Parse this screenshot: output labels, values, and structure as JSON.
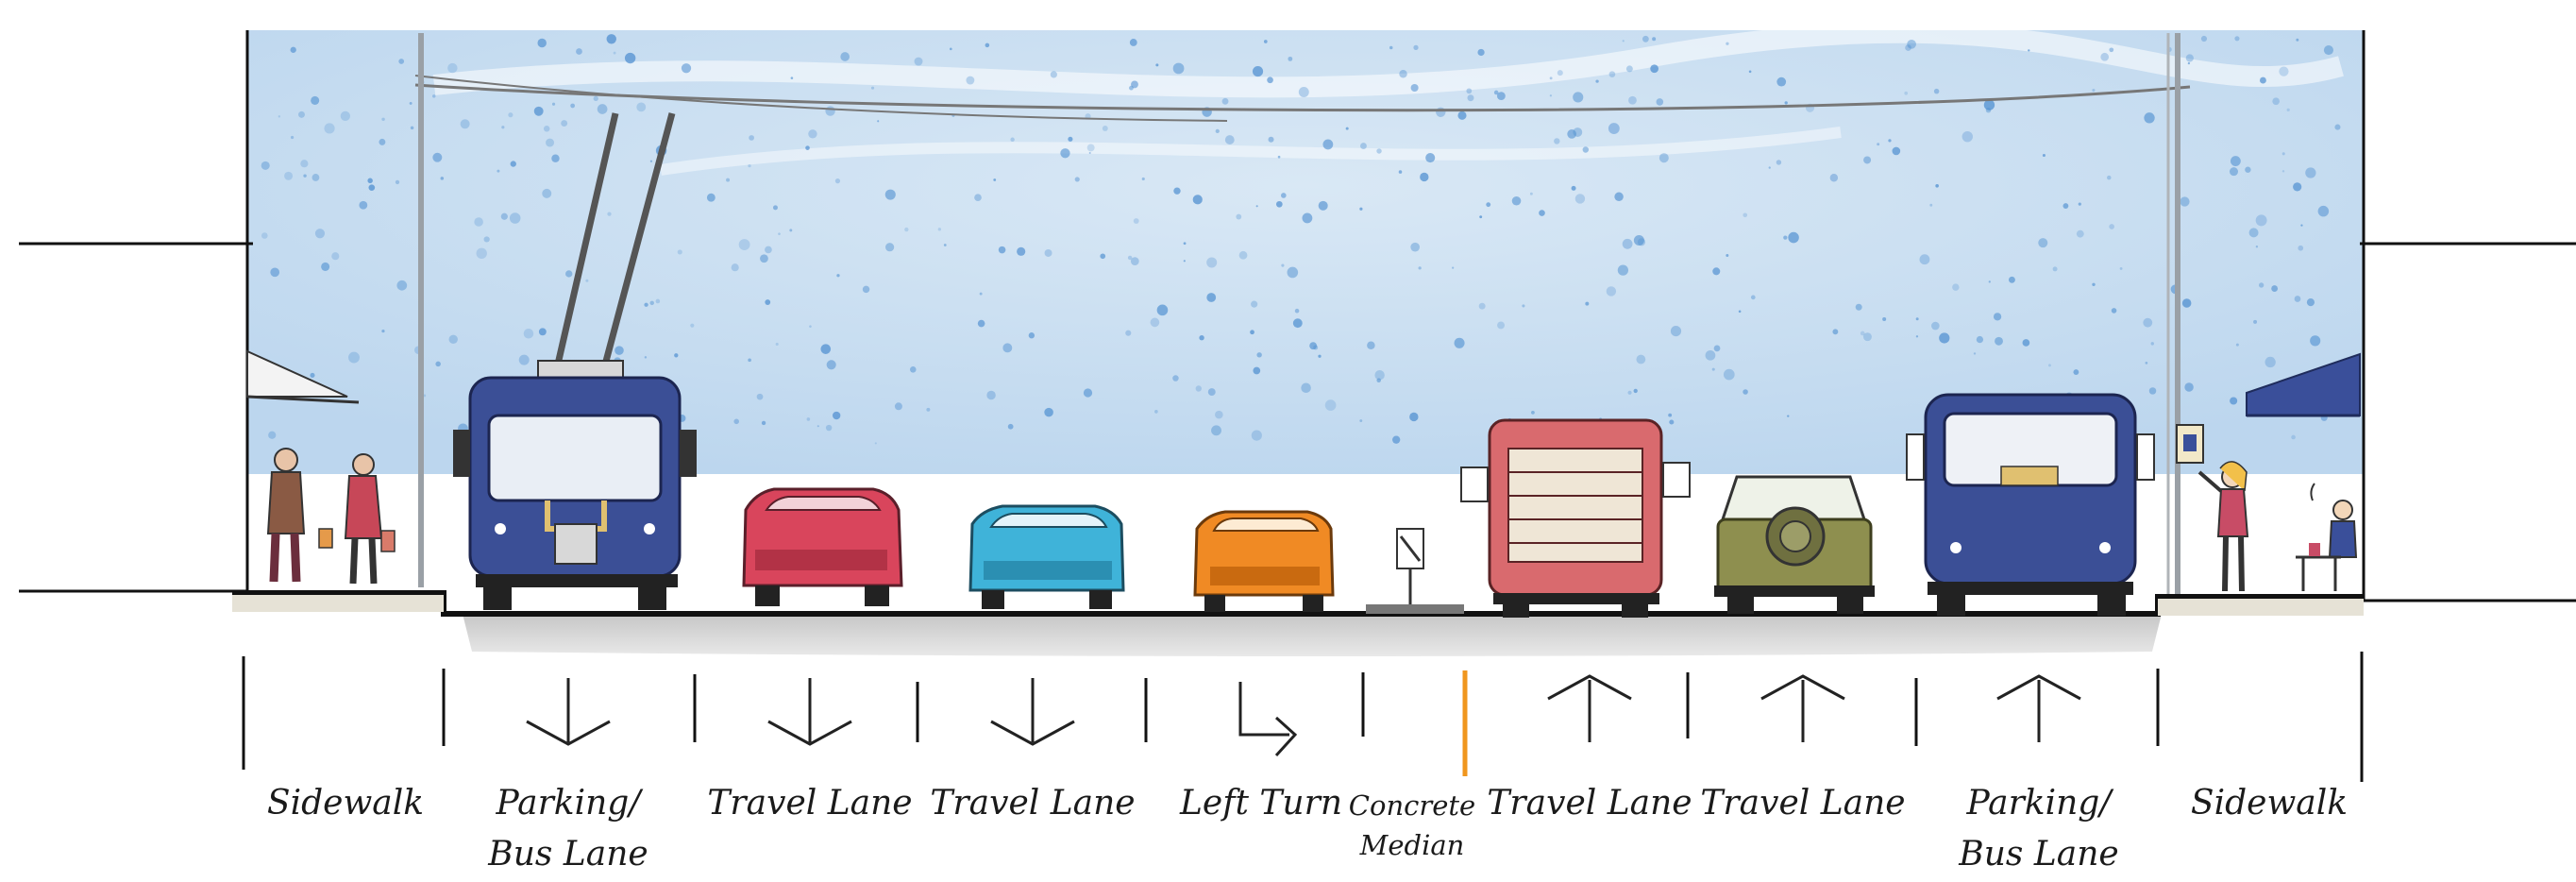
{
  "colors": {
    "sky": "#c9dff1",
    "bus_blue": "#3b4f96",
    "car_red": "#d9455c",
    "car_cyan": "#3fb3d9",
    "car_orange": "#f08a24",
    "bus_red": "#d96a6e",
    "jeep_olive": "#8e8f4f",
    "median_line": "#f0961e",
    "awning": "#3a4f9a"
  },
  "lanes": [
    {
      "line1": "Sidewalk",
      "line2": "",
      "arrow": "none"
    },
    {
      "line1": "Parking/",
      "line2": "Bus Lane",
      "arrow": "down"
    },
    {
      "line1": "Travel Lane",
      "line2": "",
      "arrow": "down"
    },
    {
      "line1": "Travel Lane",
      "line2": "",
      "arrow": "down"
    },
    {
      "line1": "Left Turn",
      "line2": "",
      "arrow": "turn-right"
    },
    {
      "line1": "Concrete",
      "line2": "Median",
      "arrow": "none"
    },
    {
      "line1": "Travel Lane",
      "line2": "",
      "arrow": "up"
    },
    {
      "line1": "Travel Lane",
      "line2": "",
      "arrow": "up"
    },
    {
      "line1": "Parking/",
      "line2": "Bus Lane",
      "arrow": "up"
    },
    {
      "line1": "Sidewalk",
      "line2": "",
      "arrow": "none"
    }
  ],
  "vehicles": [
    {
      "name": "trolleybus-left",
      "type": "trolleybus",
      "color": "bus_blue"
    },
    {
      "name": "car-red",
      "type": "car",
      "color": "car_red"
    },
    {
      "name": "car-cyan",
      "type": "car",
      "color": "car_cyan"
    },
    {
      "name": "car-orange",
      "type": "car",
      "color": "car_orange"
    },
    {
      "name": "bus-red-rear",
      "type": "bus",
      "color": "bus_red"
    },
    {
      "name": "jeep-olive-rear",
      "type": "jeep",
      "color": "jeep_olive"
    },
    {
      "name": "bus-blue-right",
      "type": "bus",
      "color": "bus_blue"
    }
  ]
}
